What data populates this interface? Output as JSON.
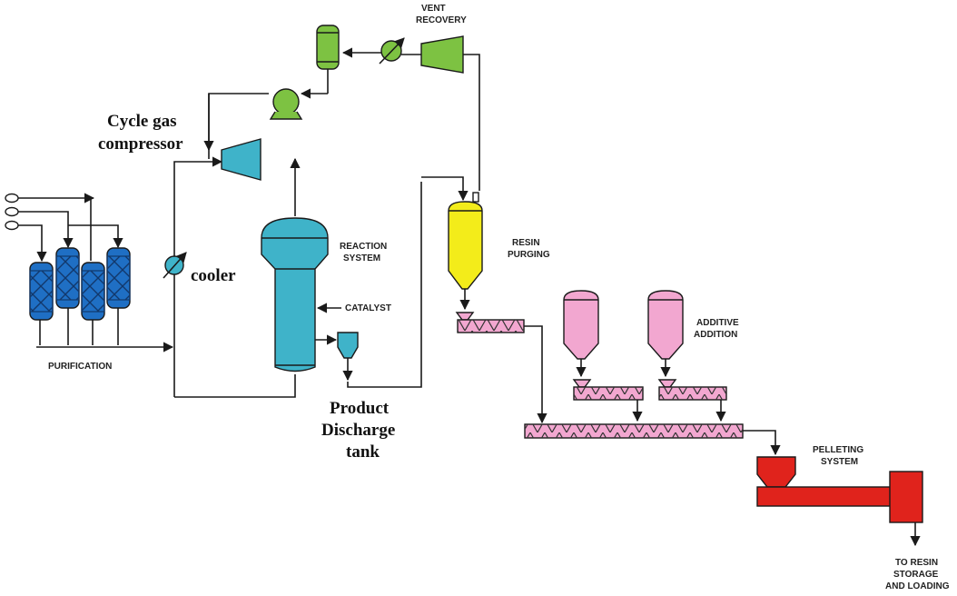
{
  "labels": {
    "vent_recovery": [
      "VENT",
      "RECOVERY"
    ],
    "reaction_system": [
      "REACTION",
      "SYSTEM"
    ],
    "catalyst": "CATALYST",
    "resin_purging": [
      "RESIN",
      "PURGING"
    ],
    "additive_addition": [
      "ADDITIVE",
      "ADDITION"
    ],
    "purification": "PURIFICATION",
    "pelleting_system": [
      "PELLETING",
      "SYSTEM"
    ],
    "to_resin_storage": [
      "TO RESIN",
      "STORAGE",
      "AND LOADING"
    ],
    "cycle_gas_compressor": [
      "Cycle gas",
      "compressor"
    ],
    "cooler": "cooler",
    "product_discharge_tank": [
      "Product",
      "Discharge",
      "tank"
    ]
  },
  "colors": {
    "purification_beds": "#1f6fc4",
    "reaction_system": "#3fb3c9",
    "vent_recovery": "#7dc242",
    "resin_purging": "#f3ec1a",
    "additive_addition": "#f2a7d0",
    "pelleting_system": "#e0231c",
    "lines": "#1a1a1a"
  },
  "icons": [
    "heat-exchanger-icon",
    "pump-icon",
    "compressor-icon",
    "screw-conveyor-icon",
    "feed-valve-icon"
  ]
}
